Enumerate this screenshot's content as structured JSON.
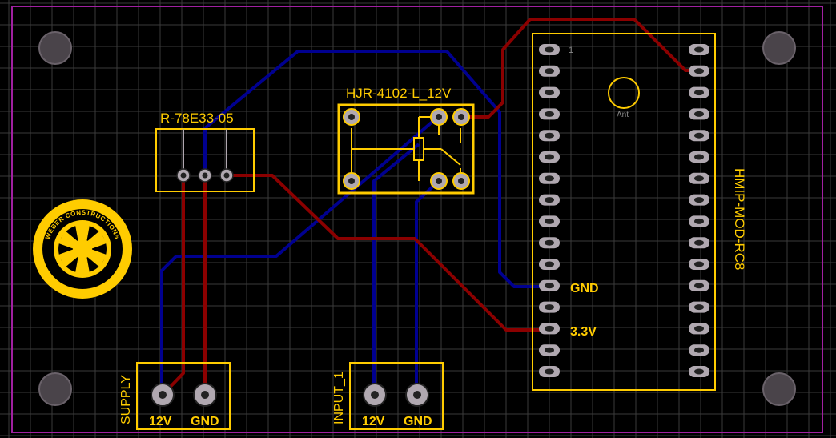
{
  "components": {
    "regulator": {
      "label": "R-78E33-05"
    },
    "relay": {
      "label": "HJR-4102-L_12V"
    },
    "module": {
      "label": "HMIP-MOD-RC8",
      "pin1_label": "1",
      "antenna_label": "Ant"
    },
    "supply": {
      "label": "SUPPLY",
      "pin1": "12V",
      "pin2": "GND"
    },
    "input": {
      "label": "INPUT_1",
      "pin1": "12V",
      "pin2": "GND"
    }
  },
  "net_labels": {
    "gnd": "GND",
    "v33": "3.3V"
  },
  "logo": {
    "text": "WEBER CONSTRUCTIONS"
  },
  "colors": {
    "background": "#000000",
    "grid": "#3a3a3a",
    "outline": "#a020a0",
    "silkscreen": "#ffcc00",
    "top_copper": "#8b0000",
    "bottom_copper": "#000090",
    "pad": "#b0a8b0",
    "mounting_hole": "#4a444a"
  }
}
